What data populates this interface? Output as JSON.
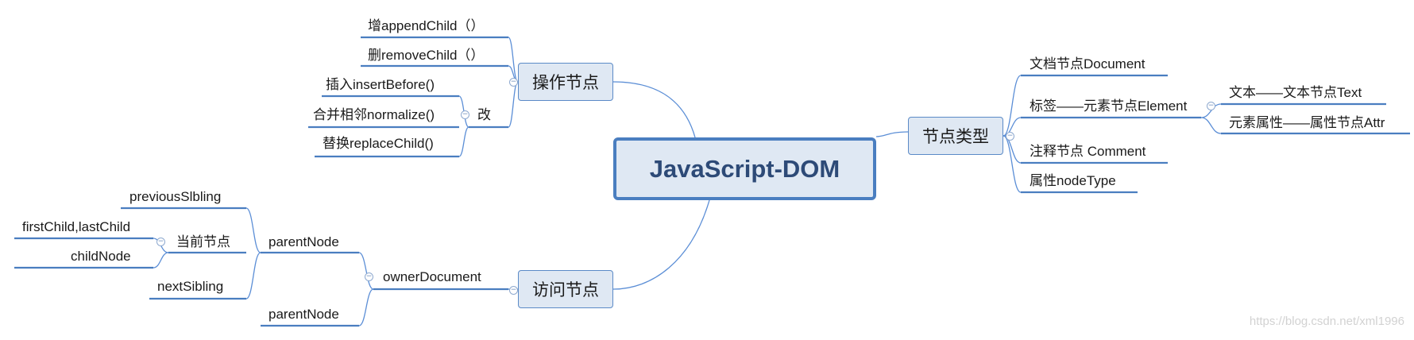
{
  "root": {
    "label": "JavaScript-DOM"
  },
  "operate": {
    "label": "操作节点",
    "add": "增appendChild（）",
    "remove": "删removeChild（）",
    "modify": {
      "label": "改",
      "children": [
        "插入insertBefore()",
        "合并相邻normalize()",
        "替换replaceChild()"
      ]
    }
  },
  "access": {
    "label": "访问节点",
    "owner": "ownerDocument",
    "parent_lower": "parentNode",
    "parent_upper": "parentNode",
    "previous": "previousSlbling",
    "next": "nextSibling",
    "current": {
      "label": "当前节点",
      "children": [
        "firstChild,lastChild",
        "childNode"
      ]
    }
  },
  "types": {
    "label": "节点类型",
    "document": "文档节点Document",
    "element": "标签——元素节点Element",
    "element_children": [
      "文本——文本节点Text",
      "元素属性——属性节点Attr"
    ],
    "comment": "注释节点 Comment",
    "nodetype": "属性nodeType"
  },
  "watermark": "https://blog.csdn.net/xml1996",
  "colors": {
    "line": "#5b8ed6",
    "underline": "#4a7ec0",
    "box_fill": "#dfe8f3",
    "root_text": "#2d4a77"
  },
  "icons": {
    "toggle": "collapse-toggle-icon"
  }
}
